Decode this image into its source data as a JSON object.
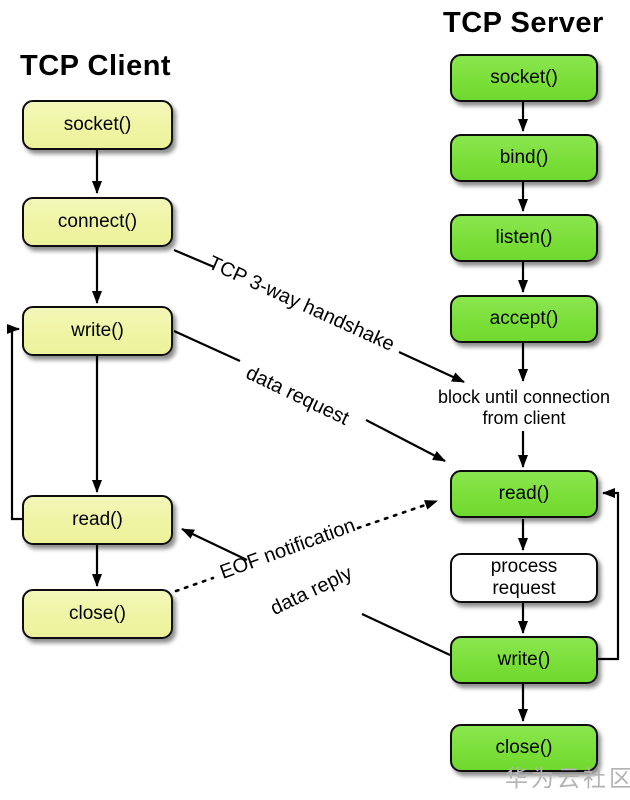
{
  "client": {
    "title": "TCP Client",
    "boxes": [
      "socket()",
      "connect()",
      "write()",
      "read()",
      "close()"
    ]
  },
  "server": {
    "title": "TCP Server",
    "boxes": [
      "socket()",
      "bind()",
      "listen()",
      "accept()",
      "read()",
      "process\nrequest",
      "write()",
      "close()"
    ],
    "note": "block until connection\nfrom client"
  },
  "edges": {
    "handshake": "TCP 3-way handshake",
    "data_request": "data request",
    "eof": "EOF notification",
    "data_reply": "data reply"
  },
  "watermark": "华为云社区",
  "colors": {
    "client_box": "#F3F7B8",
    "server_box": "#7BDF3A",
    "process_box": "#FFFFFF",
    "line": "#000000"
  }
}
